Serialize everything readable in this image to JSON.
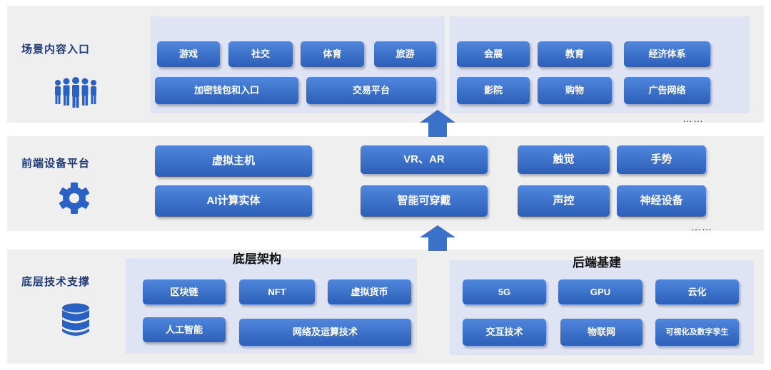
{
  "layers": {
    "scenes": {
      "label": "场景内容入口",
      "left_items": [
        "游戏",
        "社交",
        "体育",
        "旅游",
        "加密钱包和入口",
        "交易平台"
      ],
      "right_items": [
        "会展",
        "教育",
        "经济体系",
        "影院",
        "购物",
        "广告网络"
      ],
      "more": "……",
      "icon": "people-group-icon"
    },
    "frontend": {
      "label": "前端设备平台",
      "items": [
        "虚拟主机",
        "AI计算实体",
        "VR、AR",
        "智能可穿戴",
        "触觉",
        "手势",
        "声控",
        "神经设备"
      ],
      "more": "……",
      "icon": "gear-icon"
    },
    "infra": {
      "label": "底层技术支撑",
      "left_title": "底层架构",
      "left_items": [
        "区块链",
        "NFT",
        "虚拟货币",
        "人工智能",
        "网络及运算技术"
      ],
      "right_title": "后端基建",
      "right_items": [
        "5G",
        "GPU",
        "云化",
        "交互技术",
        "物联网",
        "可视化及数字孪生"
      ],
      "icon": "database-icon"
    }
  },
  "colors": {
    "band": "#efefef",
    "panel": "#dfe4f5",
    "pill_top": "#5087dd",
    "pill_bottom": "#2d5fb8",
    "label": "#1f3a78",
    "arrow": "#3a72c9"
  }
}
